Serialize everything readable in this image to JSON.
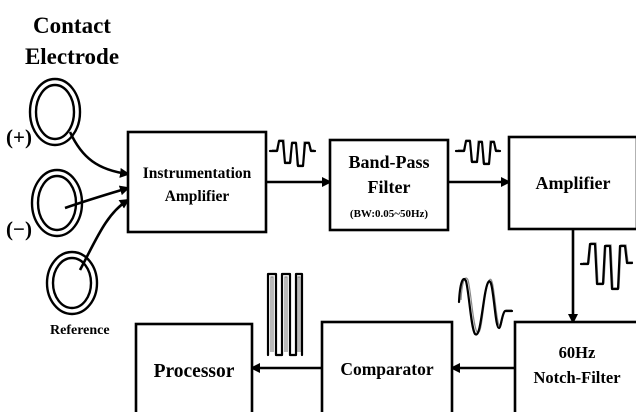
{
  "title": {
    "line1": "Contact",
    "line2": "Electrode"
  },
  "electrodes": {
    "plus_label": "(+)",
    "minus_label": "(−)",
    "reference_label": "Reference"
  },
  "blocks": {
    "instrumentation_amplifier": {
      "line1": "Instrumentation",
      "line2": "Amplifier"
    },
    "band_pass_filter": {
      "line1": "Band-Pass",
      "line2": "Filter",
      "line3": "(BW:0.05~50Hz)"
    },
    "amplifier": {
      "line1": "Amplifier"
    },
    "notch_filter": {
      "line1": "60Hz",
      "line2": "Notch-Filter"
    },
    "comparator": {
      "line1": "Comparator"
    },
    "processor": {
      "line1": "Processor"
    }
  },
  "colors": {
    "stroke": "#000000",
    "background": "#ffffff",
    "signal_shadow": "#8a8a8a"
  }
}
